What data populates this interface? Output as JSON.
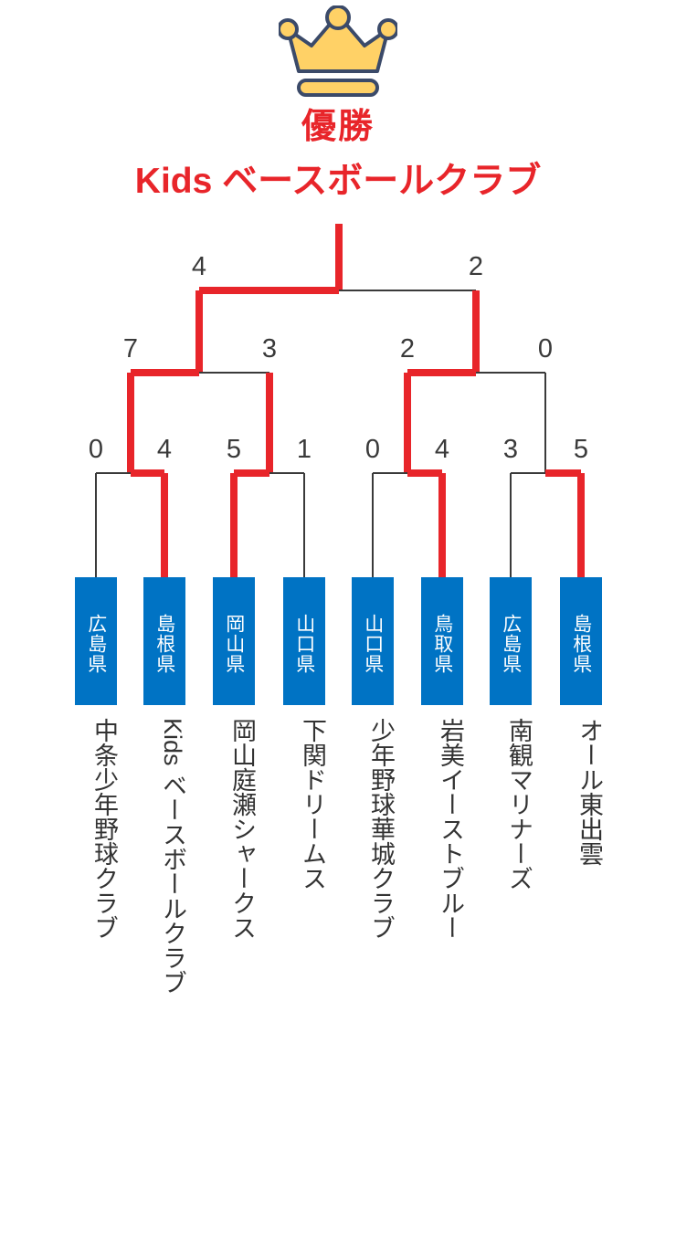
{
  "title": {
    "crown_icon": "crown-icon",
    "champion_label": "優勝",
    "champion_team": "Kids ベースボールクラブ",
    "accent_color": "#e8252a",
    "box_color": "#0073c4",
    "line_color": "#3a3a3a"
  },
  "bracket": {
    "final": {
      "left_score": "4",
      "right_score": "2",
      "winner": "left"
    },
    "semifinals": [
      {
        "left_score": "7",
        "right_score": "3",
        "winner": "left"
      },
      {
        "left_score": "2",
        "right_score": "0",
        "winner": "left"
      }
    ],
    "quarterfinals": [
      {
        "left_score": "0",
        "right_score": "4",
        "winner": "right"
      },
      {
        "left_score": "5",
        "right_score": "1",
        "winner": "left"
      },
      {
        "left_score": "0",
        "right_score": "4",
        "winner": "right"
      },
      {
        "left_score": "3",
        "right_score": "5",
        "winner": "right"
      }
    ]
  },
  "teams": [
    {
      "prefecture": "広島県",
      "name": "中条少年野球クラブ",
      "advanced": false
    },
    {
      "prefecture": "島根県",
      "name": "Kids ベースボールクラブ",
      "advanced": true
    },
    {
      "prefecture": "岡山県",
      "name": "岡山庭瀬シャークス",
      "advanced": true
    },
    {
      "prefecture": "山口県",
      "name": "下関ドリームス",
      "advanced": false
    },
    {
      "prefecture": "山口県",
      "name": "少年野球華城クラブ",
      "advanced": false
    },
    {
      "prefecture": "鳥取県",
      "name": "岩美イーストブルー",
      "advanced": true
    },
    {
      "prefecture": "広島県",
      "name": "南観マリナーズ",
      "advanced": false
    },
    {
      "prefecture": "島根県",
      "name": "オール東出雲",
      "advanced": true
    }
  ]
}
